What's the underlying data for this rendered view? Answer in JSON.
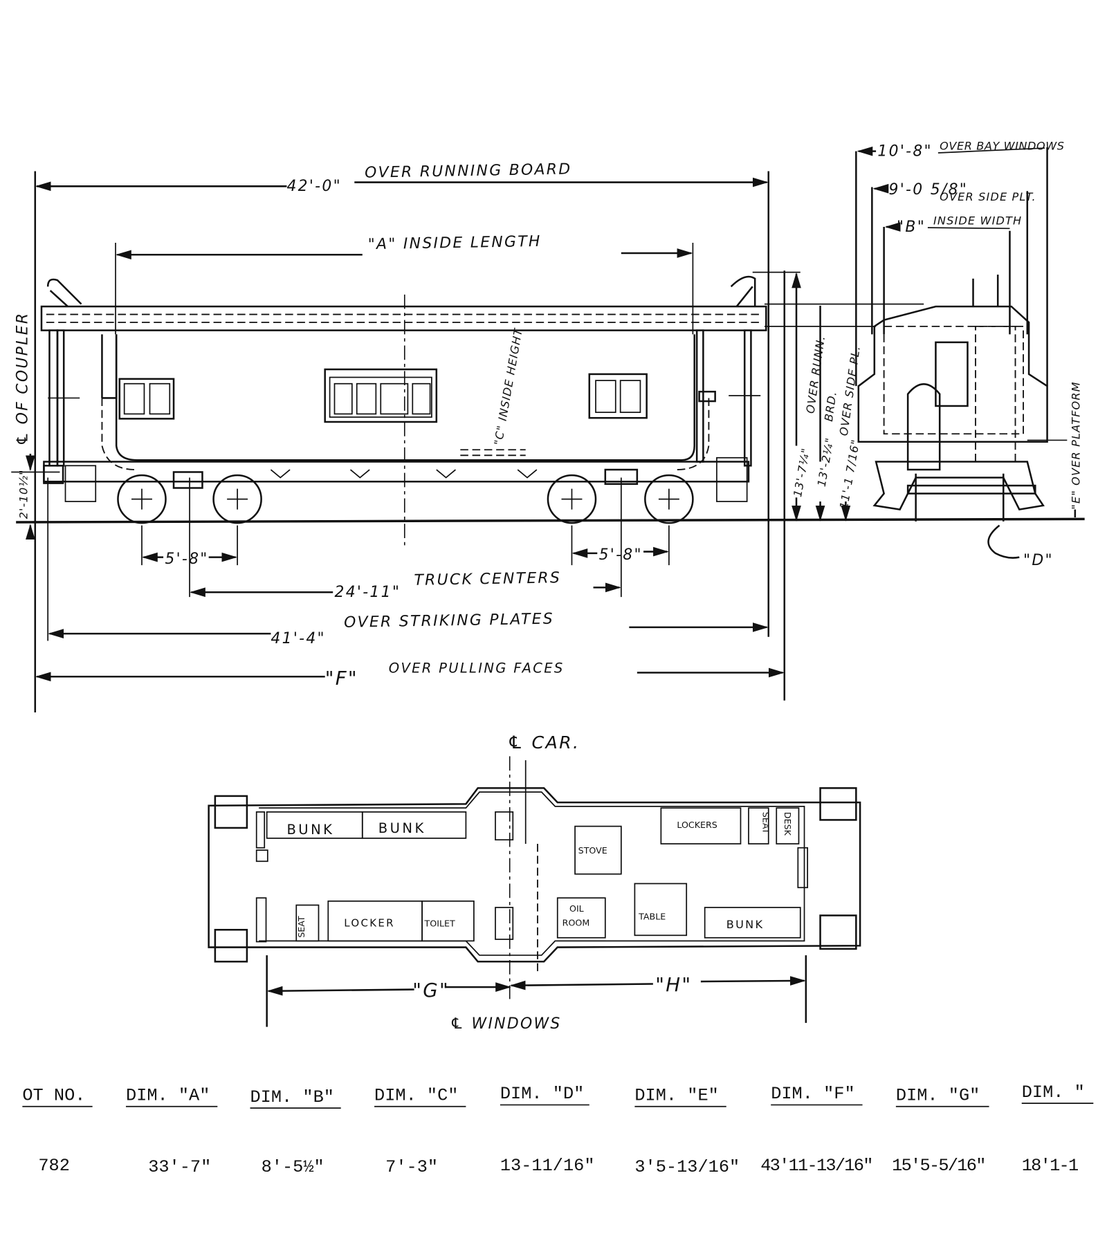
{
  "side_elevation": {
    "dim_overall_running_board": "42'-0\"",
    "dim_overall_running_board_label": "OVER RUNNING BOARD",
    "dim_a_label": "\"A\" INSIDE LENGTH",
    "dim_c_label": "\"C\" INSIDE HEIGHT",
    "coupler_label": "℄ OF COUPLER",
    "coupler_height": "2'-10½\"",
    "truck_wheelbase_left": "5'-8\"",
    "truck_wheelbase_right": "5'-8\"",
    "truck_centers": "24'-11\"",
    "truck_centers_label": "TRUCK CENTERS",
    "striking_plates": "41'-4\"",
    "striking_plates_label": "OVER STRIKING PLATES",
    "pulling_faces": "\"F\"",
    "pulling_faces_label": "OVER PULLING FACES",
    "height_running_board": "13'-7¼\"",
    "height_running_board_label": "OVER RUNN.",
    "height_2": "13'-2¼\"",
    "height_2_label": "BRD.",
    "height_side_plate": "11'-1 7/16\"",
    "height_side_plate_label": "OVER SIDE PL."
  },
  "end_elevation": {
    "bay_windows_dim": "10'-8\"",
    "bay_windows_label": "OVER BAY WINDOWS",
    "side_plate_dim": "9'-0 5/8\"",
    "side_plate_label": "OVER SIDE PLT.",
    "inside_width_dim": "\"B\"",
    "inside_width_label": "INSIDE WIDTH",
    "platform_label": "\"E\" OVER PLATFORM",
    "dim_d": "\"D\""
  },
  "plan": {
    "car_centerline": "℄ CAR.",
    "windows_centerline": "℄ WINDOWS",
    "dim_g": "\"G\"",
    "dim_h": "\"H\"",
    "rooms": {
      "bunk1": "BUNK",
      "bunk2": "BUNK",
      "stove": "STOVE",
      "lockers_top": "LOCKERS",
      "seat_top": "SEAT",
      "desk": "DESK",
      "seat_bottom": "SEAT",
      "locker_bottom": "LOCKER",
      "toilet": "TOILET",
      "oil_room_1": "OIL",
      "oil_room_2": "ROOM",
      "table": "TABLE",
      "bunk3": "BUNK"
    }
  },
  "table": {
    "headers": [
      "OT NO.",
      "DIM. \"A\"",
      "DIM. \"B\"",
      "DIM. \"C\"",
      "DIM. \"D\"",
      "DIM. \"E\"",
      "DIM. \"F\"",
      "DIM. \"G\"",
      "DIM. \""
    ],
    "rows": [
      [
        "782",
        "33'-7\"",
        "8'-5½\"",
        "7'-3\"",
        "13-11/16\"",
        "3'5-13/16\"",
        "43'11-13/16\"",
        "15'5-5/16\"",
        "18'1-1"
      ]
    ]
  }
}
